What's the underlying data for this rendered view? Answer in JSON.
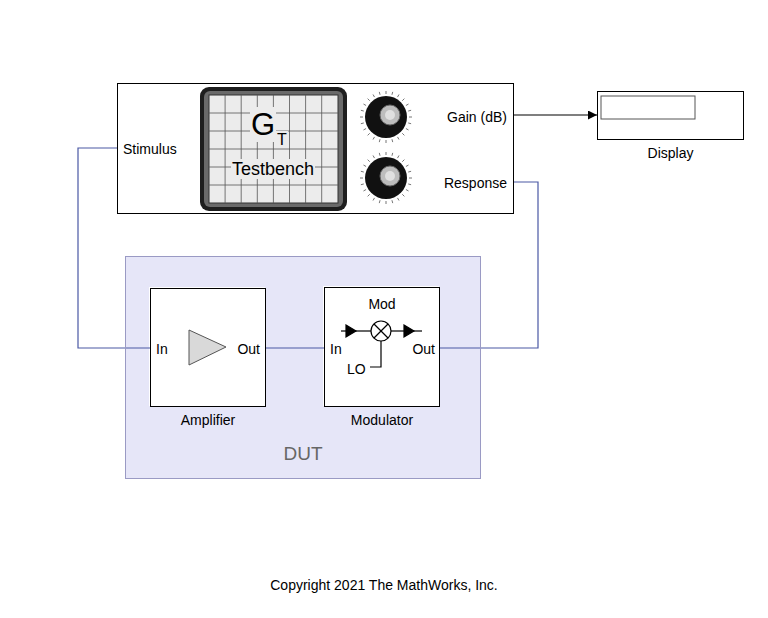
{
  "diagram": {
    "caption": "Copyright 2021 The MathWorks, Inc.",
    "nodes": [
      {
        "text": [
          "Stimulus",
          "Gain (dB)",
          "Response"
        ]
      },
      {
        "text": [
          "Display"
        ]
      },
      {
        "text": [
          "DUT"
        ]
      },
      {
        "text": [
          "In",
          "Out",
          "Amplifier"
        ],
        "in": 2
      },
      {
        "text": [
          "Mod",
          "In",
          "Out",
          "LO",
          "Modulator"
        ],
        "in": 2
      }
    ],
    "edges": [
      {
        "from": 0,
        "to": 3,
        "arrow": "none"
      },
      {
        "from": 3,
        "to": 4,
        "arrow": "none"
      },
      {
        "from": 4,
        "to": 0,
        "arrow": "none"
      },
      {
        "from": 0,
        "to": 1,
        "arrow": "to"
      }
    ],
    "labels": [
      "G",
      "T",
      "Testbench"
    ]
  }
}
